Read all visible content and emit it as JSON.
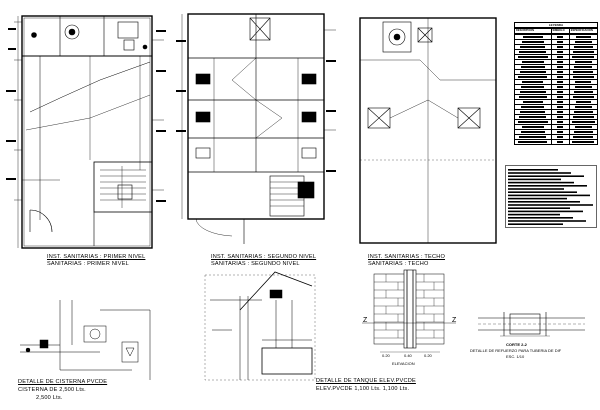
{
  "titles": {
    "plan1_a": "INST. SANITARIAS : PRIMER NIVEL",
    "plan1_b": "SANITARIAS : PRIMER NIVEL",
    "plan2_a": "INST. SANITARIAS : SEGUNDO NIVEL",
    "plan2_b": "SANITARIAS : SEGUNDO NIVEL",
    "plan3_a": "INST. SANITARIAS : TECHO",
    "plan3_b": "SANITARIAS : TECHO",
    "cisterna_a": "DETALLE DE CISTERNA PVCDE",
    "cisterna_b": "CISTERNA DE 2,500 Lts.",
    "cisterna_c": "2,500 Lts.",
    "tanque_a": "DETALLE DE TANQUE ELEV.PVCDE",
    "tanque_b": "ELEV.PVCDE 1,100 Lts. 1,100 Lts.",
    "elevacion": "ELEVACION",
    "corte": "CORTE 2-2",
    "corte_sub": "DETALLE DE REFUERZO PARA TUBERIA DE DIF",
    "esc": "ESC. 1/10",
    "z_left": "Z",
    "z_right": "Z",
    "dim1": "0.20",
    "dim2": "0.40",
    "dim3": "0.20"
  },
  "legend": {
    "header": "LEYENDA",
    "cols": [
      "DESCRIPCION",
      "SIMBOLO",
      "ESPECIFICACION"
    ],
    "rows": 22
  },
  "colors": {
    "ink": "#000000",
    "paper": "#ffffff"
  }
}
